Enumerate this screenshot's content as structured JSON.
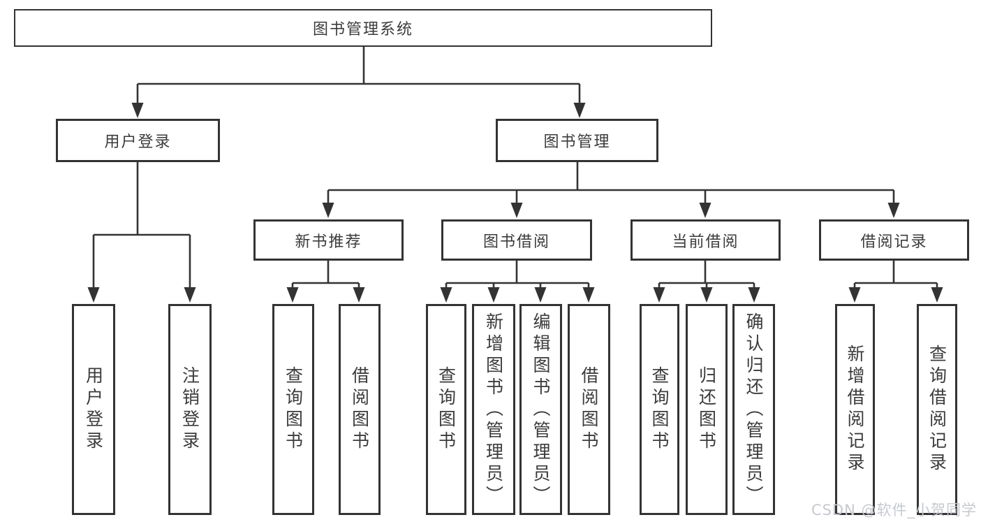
{
  "diagram": {
    "root": {
      "label": "图书管理系统"
    },
    "level2": [
      {
        "label": "用户登录"
      },
      {
        "label": "图书管理"
      }
    ],
    "level3": [
      {
        "label": "新书推荐"
      },
      {
        "label": "图书借阅"
      },
      {
        "label": "当前借阅"
      },
      {
        "label": "借阅记录"
      }
    ],
    "leaves": [
      {
        "label": "用户登录"
      },
      {
        "label": "注销登录"
      },
      {
        "label": "查询图书"
      },
      {
        "label": "借阅图书"
      },
      {
        "label": "查询图书"
      },
      {
        "label": "新增图书（管理员）"
      },
      {
        "label": "编辑图书（管理员）"
      },
      {
        "label": "借阅图书"
      },
      {
        "label": "查询图书"
      },
      {
        "label": "归还图书"
      },
      {
        "label": "确认归还（管理员）"
      },
      {
        "label": "新增借阅记录"
      },
      {
        "label": "查询借阅记录"
      }
    ]
  },
  "watermark": {
    "text": "CSDN @软件_小贺同学"
  },
  "colors": {
    "line": "#333333",
    "text": "#3b3b3b",
    "watermark": "#c6c9cf",
    "background": "#ffffff"
  }
}
